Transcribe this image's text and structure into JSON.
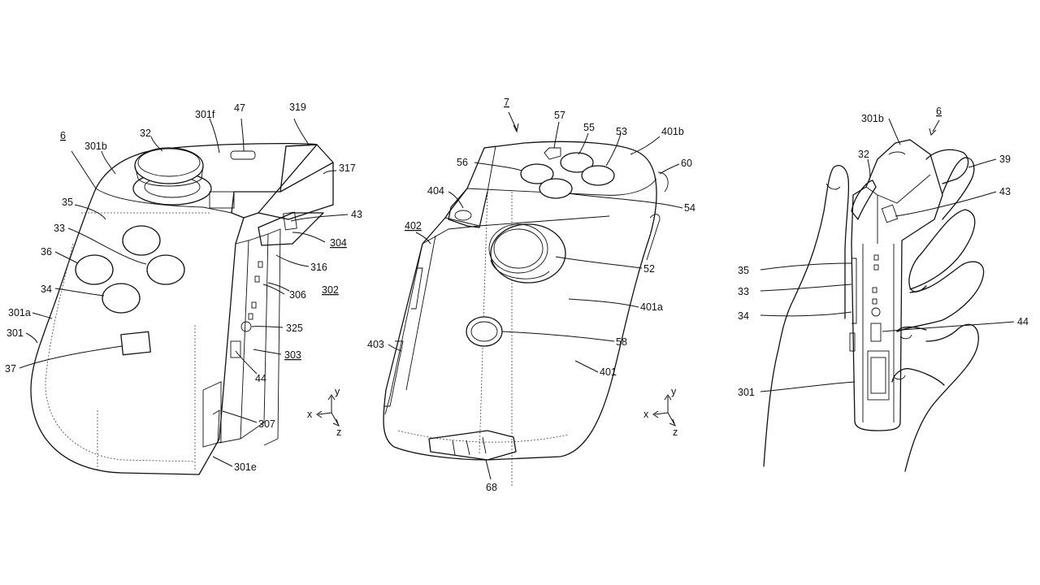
{
  "figures": {
    "left": {
      "labels": {
        "ref_6": "6",
        "ref_301b": "301b",
        "ref_32": "32",
        "ref_301f": "301f",
        "ref_47": "47",
        "ref_319": "319",
        "ref_317": "317",
        "ref_35": "35",
        "ref_43": "43",
        "ref_33": "33",
        "ref_304": "304",
        "ref_36": "36",
        "ref_316": "316",
        "ref_302": "302",
        "ref_34": "34",
        "ref_306": "306",
        "ref_301a": "301a",
        "ref_325": "325",
        "ref_301": "301",
        "ref_303": "303",
        "ref_37": "37",
        "ref_44": "44",
        "ref_307": "307",
        "ref_301e": "301e"
      },
      "axes": {
        "y": "y",
        "x": "x",
        "z": "z"
      }
    },
    "middle": {
      "labels": {
        "ref_7": "7",
        "ref_57": "57",
        "ref_55": "55",
        "ref_53": "53",
        "ref_401b": "401b",
        "ref_56": "56",
        "ref_60": "60",
        "ref_404": "404",
        "ref_54": "54",
        "ref_402": "402",
        "ref_52": "52",
        "ref_401a": "401a",
        "ref_403": "403",
        "ref_58": "58",
        "ref_401": "401",
        "ref_68": "68"
      },
      "axes": {
        "y": "y",
        "x": "x",
        "z": "z"
      }
    },
    "right": {
      "labels": {
        "ref_6": "6",
        "ref_301b": "301b",
        "ref_32": "32",
        "ref_39": "39",
        "ref_43": "43",
        "ref_35": "35",
        "ref_33": "33",
        "ref_34": "34",
        "ref_44": "44",
        "ref_301": "301"
      }
    }
  }
}
